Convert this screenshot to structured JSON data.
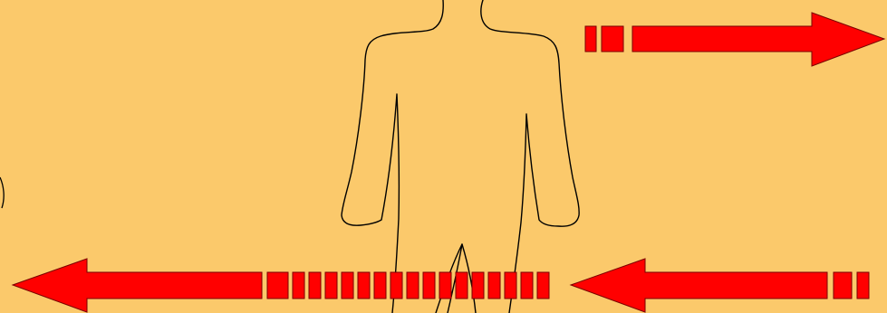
{
  "scene": {
    "background_color": "#FBC96B",
    "figure_stroke_color": "#000000",
    "arrow_fill_color": "#FF0000",
    "arrow_stroke_color": "#7A0000"
  },
  "arrows": [
    {
      "id": "arrow-top-right",
      "direction": "right"
    },
    {
      "id": "arrow-bottom-left",
      "direction": "left"
    },
    {
      "id": "arrow-bottom-right",
      "direction": "left"
    }
  ]
}
